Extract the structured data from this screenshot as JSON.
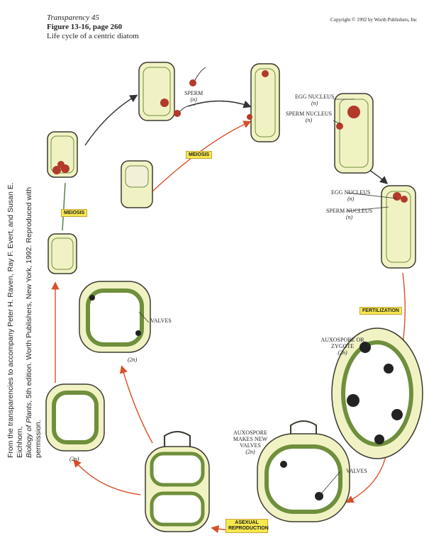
{
  "header": {
    "transparency": "Transparency 45",
    "figure": "Figure 13-16, page 260",
    "caption": "Life cycle of a centric diatom",
    "copyright": "Copyright © 1992 by Worth Publishers, Inc"
  },
  "attribution": {
    "line1": "From the transparencies to accompany Peter H. Raven, Ray F. Evert, and Susan E. Eichhorn,",
    "line2_title": "Biology of Plants",
    "line2_rest": ", 5th edition.  Worth Publishers, New York, 1992.  Reproduced with permission."
  },
  "labels": {
    "sperm": "SPERM",
    "sperm_ploidy": "(n)",
    "egg_nucleus_1": "EGG NUCLEUS",
    "egg_nucleus_1_ploidy": "(n)",
    "sperm_nucleus_1": "SPERM NUCLEUS",
    "sperm_nucleus_1_ploidy": "(n)",
    "egg_nucleus_2": "EGG NUCLEUS",
    "egg_nucleus_2_ploidy": "(n)",
    "sperm_nucleus_2": "SPERM NUCLEUS",
    "sperm_nucleus_2_ploidy": "(n)",
    "auxospore_zygote": "AUXOSPORE OR ZYGOTE",
    "auxospore_zygote_ploidy": "(2n)",
    "auxospore_valves": "AUXOSPORE MAKES NEW VALVES",
    "auxospore_valves_ploidy": "(2n)",
    "valves_right": "VALVES",
    "valves_left": "VALVES",
    "ploidy_valves_left": "(2n)",
    "ploidy_far_left": "(2n)"
  },
  "badges": {
    "meiosis_center": "MEIOSIS",
    "meiosis_left": "MEIOSIS",
    "fertilization": "FERTILIZATION",
    "asexual": "ASEXUAL REPRODUCTION"
  },
  "colors": {
    "cell_fill": "#f1f2c4",
    "cell_wall": "#3a3a2e",
    "chloroplast": "#6f8f3c",
    "nucleus": "#b33a2a",
    "arrow": "#d8502a",
    "arrow_dark": "#333333",
    "badge": "#f6e84d"
  }
}
